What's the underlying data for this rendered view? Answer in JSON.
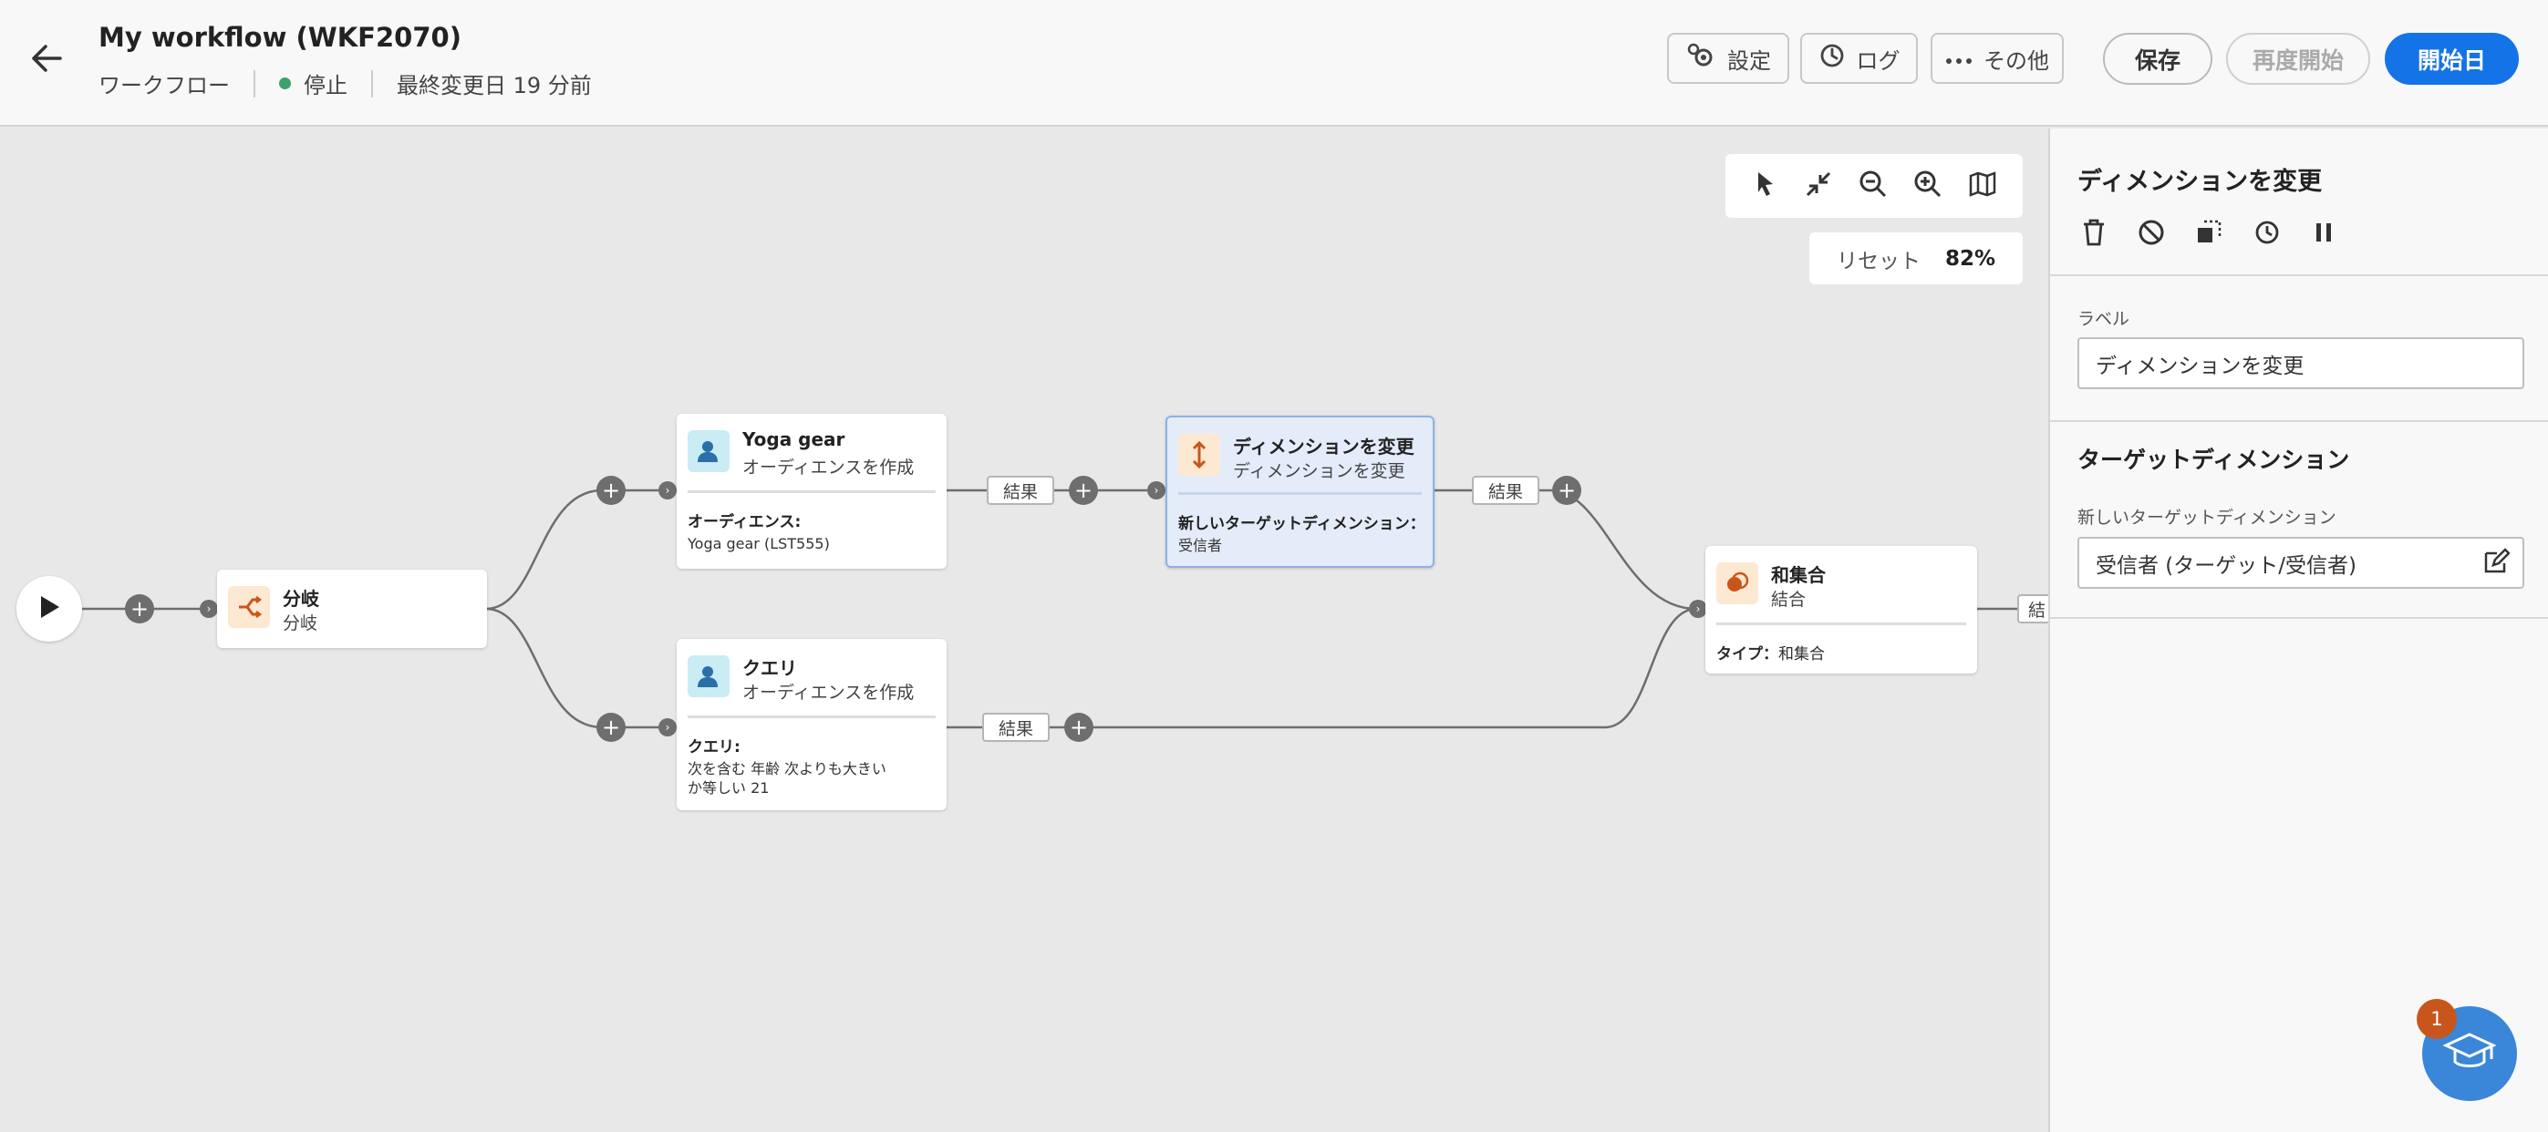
{
  "header": {
    "title": "My workflow (WKF2070)",
    "type": "ワークフロー",
    "status": "停止",
    "modified": "最終変更日 19 分前",
    "buttons": {
      "settings": "設定",
      "logs": "ログ",
      "more": "その他",
      "save": "保存",
      "restart": "再度開始",
      "start": "開始日"
    }
  },
  "canvas": {
    "toolbar": {
      "reset": "リセット",
      "zoom": "82%"
    },
    "nodes": {
      "branch": {
        "title": "分岐",
        "subtitle": "分岐"
      },
      "yoga": {
        "title": "Yoga gear",
        "subtitle": "オーディエンスを作成",
        "key": "オーディエンス:",
        "value": "Yoga gear (LST555)"
      },
      "query": {
        "title": "クエリ",
        "subtitle": "オーディエンスを作成",
        "key": "クエリ:",
        "value_line1": "次を含む 年齢 次よりも大きい",
        "value_line2": "か等しい 21"
      },
      "dimension": {
        "title": "ディメンションを変更",
        "subtitle": "ディメンションを変更",
        "key": "新しいターゲットディメンション：",
        "value": "受信者"
      },
      "union": {
        "title": "和集合",
        "subtitle": "結合",
        "key": "タイプ：",
        "value": "和集合"
      }
    },
    "chips": {
      "result1": "結果",
      "result2": "結果",
      "result3": "結果",
      "result_edge": "結"
    }
  },
  "panel": {
    "title": "ディメンションを変更",
    "label_caption": "ラベル",
    "label_value": "ディメンションを変更",
    "section_title": "ターゲットディメンション",
    "target_caption": "新しいターゲットディメンション",
    "target_value": "受信者 (ターゲット/受信者)"
  },
  "help": {
    "badge": "1"
  },
  "colors": {
    "accent": "#1473e6",
    "status_ok": "#3fa16d",
    "audience_icon_bg": "#c9ecf5",
    "op_icon_bg": "#fde8d1",
    "selected_node": "#e4ecfa"
  }
}
